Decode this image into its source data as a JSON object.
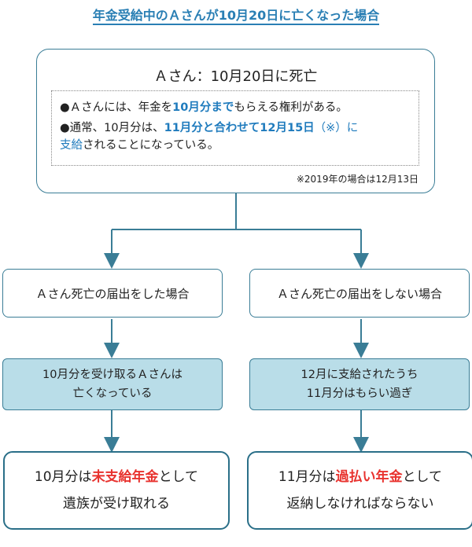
{
  "title": "年金受給中のＡさんが10月20日に亡くなった場合",
  "top": {
    "heading": "Ａさん：10月20日に死亡",
    "bullet1": {
      "mark": "●",
      "a": "Ａさんには、年金を",
      "b": "10月分まで",
      "c": "もらえる権利がある。"
    },
    "bullet2": {
      "mark": "●",
      "a": "通常、10月分は、",
      "b": "11月分と合わせて",
      "c": "12月15日",
      "d": "（※）に",
      "e": "支給",
      "f": "されることになっている。"
    },
    "note": "※2019年の場合は12月13日"
  },
  "left": {
    "case": "Ａさん死亡の届出をした場合",
    "detail": [
      "10月分を受け取るＡさんは",
      "亡くなっている"
    ],
    "result": {
      "a": "10月分は",
      "b": "未支給年金",
      "c": "として",
      "line2": "遺族が受け取れる"
    }
  },
  "right": {
    "case": "Ａさん死亡の届出をしない場合",
    "detail": [
      "12月に支給されたうち",
      "11月分はもらい過ぎ"
    ],
    "result": {
      "a": "11月分は",
      "b": "過払い年金",
      "c": "として",
      "line2": "返納しなければならない"
    }
  },
  "colors": {
    "accent": "#2a7fb4",
    "highlight": "#1f7bbd",
    "warn": "#e8322e",
    "box_fill": "#b9dde8",
    "line": "#3a7d96"
  }
}
